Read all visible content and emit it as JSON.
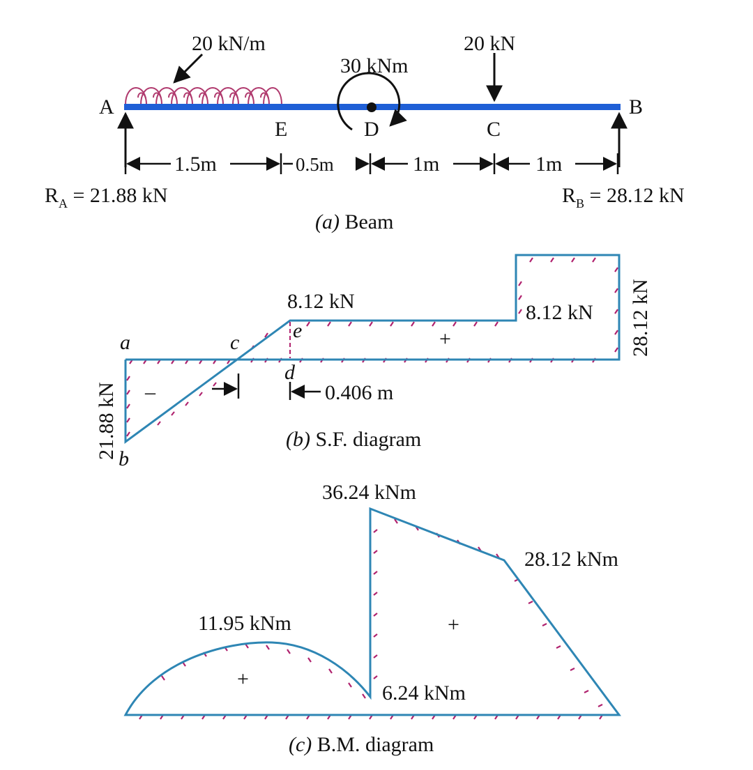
{
  "colors": {
    "beam": "#1f5fd6",
    "outline": "#2e86b4",
    "hatch": "#b0226e",
    "load": "#b03a6e",
    "text": "#111111"
  },
  "beam": {
    "udl_label": "20 kN/m",
    "moment_label": "30 kNm",
    "point_load_label": "20 kN",
    "points": {
      "a": "A",
      "b": "B",
      "c": "C",
      "d": "D",
      "e": "E"
    },
    "dims": {
      "ae": "1.5m",
      "ed": "0.5m",
      "dc": "1m",
      "cb": "1m"
    },
    "ra": {
      "symbol": "R",
      "sub": "A",
      "value": " = 21.88 kN"
    },
    "rb": {
      "symbol": "R",
      "sub": "B",
      "value": " = 28.12 kN"
    },
    "caption": {
      "letter": "(a)",
      "text": " Beam"
    }
  },
  "sf": {
    "points": {
      "a": "a",
      "b": "b",
      "c": "c",
      "d": "d",
      "e": "e"
    },
    "top_value": "8.12 kN",
    "inner_value": "8.12 kN",
    "right_value": "28.12 kN",
    "left_value": "21.88 kN",
    "plus_sign": "+",
    "minus_sign": "–",
    "distance": "0.406 m",
    "caption": {
      "letter": "(b)",
      "text": " S.F. diagram"
    }
  },
  "bm": {
    "peak_value": "36.24 kNm",
    "right_value": "28.12 kNm",
    "parabola_value": "11.95 kNm",
    "dip_value": "6.24 kNm",
    "plus_sign_1": "+",
    "plus_sign_2": "+",
    "caption": {
      "letter": "(c)",
      "text": " B.M. diagram"
    }
  }
}
